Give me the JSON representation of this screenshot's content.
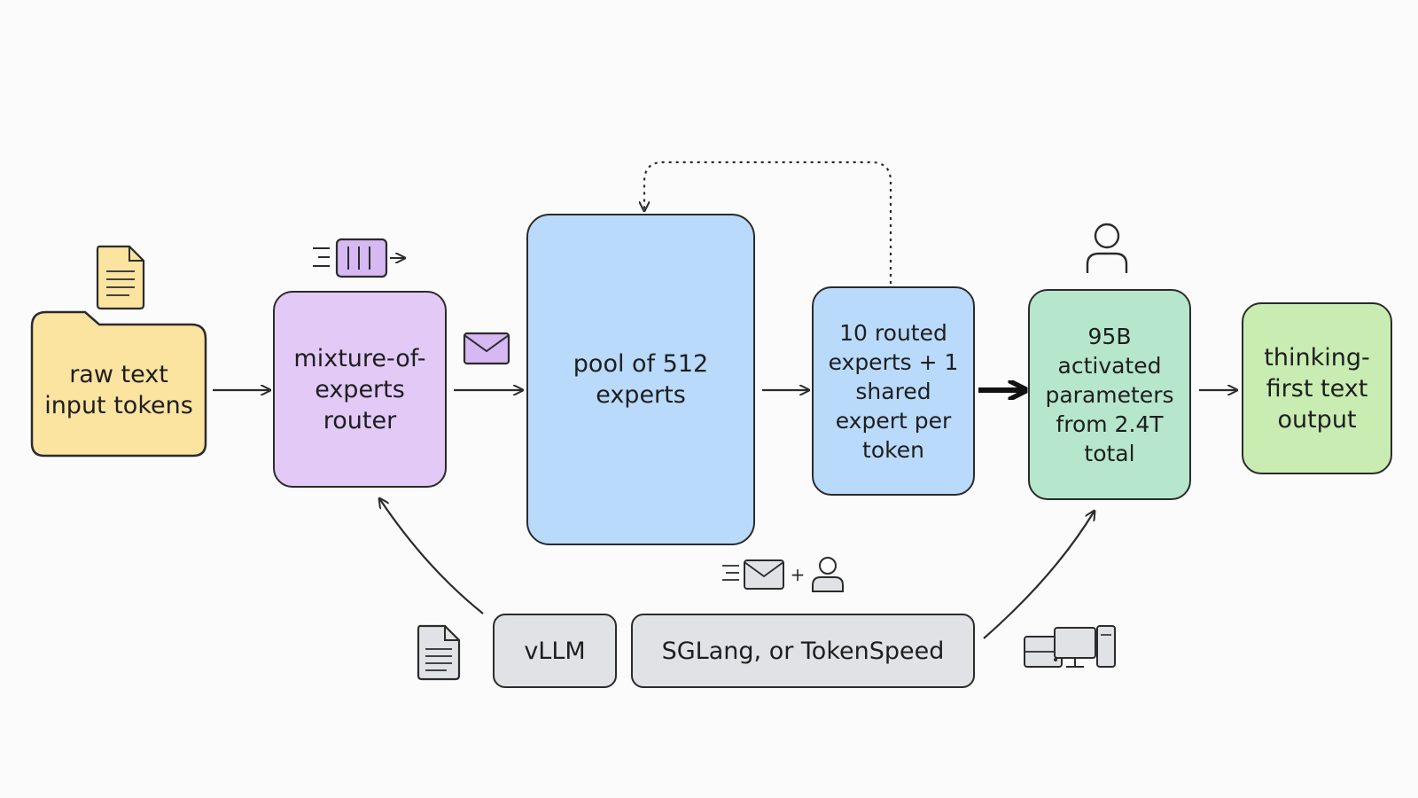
{
  "nodes": {
    "input": "raw text input tokens",
    "router": "mixture-of-experts router",
    "pool": "pool of 512 experts",
    "routed": "10 routed experts + 1 shared expert per token",
    "activated": "95B activated parameters from 2.4T total",
    "output": "thinking-first text output",
    "vllm": "vLLM",
    "sglang": "SGLang, or TokenSpeed"
  },
  "connector_symbols": {
    "plus": "+"
  },
  "icons": [
    "document-icon",
    "folder-shape",
    "queue-icon",
    "envelope-icon",
    "person-icon",
    "envelope-plus-person-icon",
    "document-icon",
    "server-computer-icon"
  ],
  "colors": {
    "input": "#fbe3a0",
    "router": "#e2c9f6",
    "pool": "#b9dafb",
    "routed": "#b9dafb",
    "activated": "#b6e6cb",
    "output": "#c8ecb1",
    "runtime": "#e1e2e5",
    "stroke": "#2b2b2b",
    "accent_purple": "#d6b8f3"
  }
}
